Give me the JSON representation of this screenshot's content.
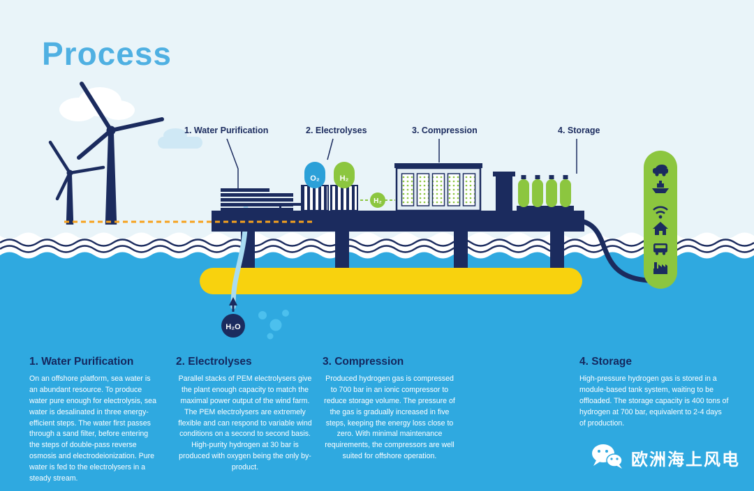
{
  "title": "Process",
  "steps": [
    {
      "label": "1. Water Purification"
    },
    {
      "label": "2. Electrolyses"
    },
    {
      "label": "3. Compression"
    },
    {
      "label": "4. Storage"
    }
  ],
  "scene": {
    "o2_tank": "O₂",
    "h2_tank": "H₂",
    "h2_flow": "H₂",
    "h2o_label": "H₂O",
    "end_use_icons": [
      "car-icon",
      "ship-icon",
      "wifi-icon",
      "house-icon",
      "bus-icon",
      "factory-icon"
    ]
  },
  "sections": [
    {
      "heading": "1. Water Purification",
      "body": "On an offshore platform, sea water is an abundant resource. To produce water pure enough for electrolysis, sea water is desalinated in three energy-efficient steps. The water first passes through a sand filter, before entering the steps of double-pass reverse osmosis and electrodeionization. Pure water is fed to the electrolysers in a steady stream."
    },
    {
      "heading": "2. Electrolyses",
      "body": "Parallel stacks of PEM electrolysers give the plant enough capacity to match the maximal power output of the wind farm. The PEM electrolysers are extremely flexible and can respond to variable wind conditions on a second to second basis. High-purity hydrogen at 30 bar is produced with oxygen being the only by-product."
    },
    {
      "heading": "3. Compression",
      "body": "Produced hydrogen gas is compressed to 700 bar in an ionic compressor to reduce storage volume. The pressure of the gas is gradually increased in five steps, keeping the energy loss close to zero. With minimal maintenance requirements, the compressors are well suited for offshore operation."
    },
    {
      "heading": "4. Storage",
      "body": "High-pressure hydrogen gas is stored in a module-based tank system, waiting to be offloaded. The storage capacity is 400 tons of hydrogen at 700 bar, equivalent to 2-4 days of production."
    }
  ],
  "footer": {
    "brand": "欧洲海上风电"
  },
  "colors": {
    "sky": "#e9f4f9",
    "sea": "#2fa9e0",
    "navy": "#1b2b5e",
    "yellow": "#f8d20e",
    "green": "#8cc63f",
    "title_blue": "#4fb0e2",
    "cable_orange": "#f6a21d",
    "bubble_blue": "#4cc0ee",
    "o2_blue": "#2ba0d8"
  }
}
